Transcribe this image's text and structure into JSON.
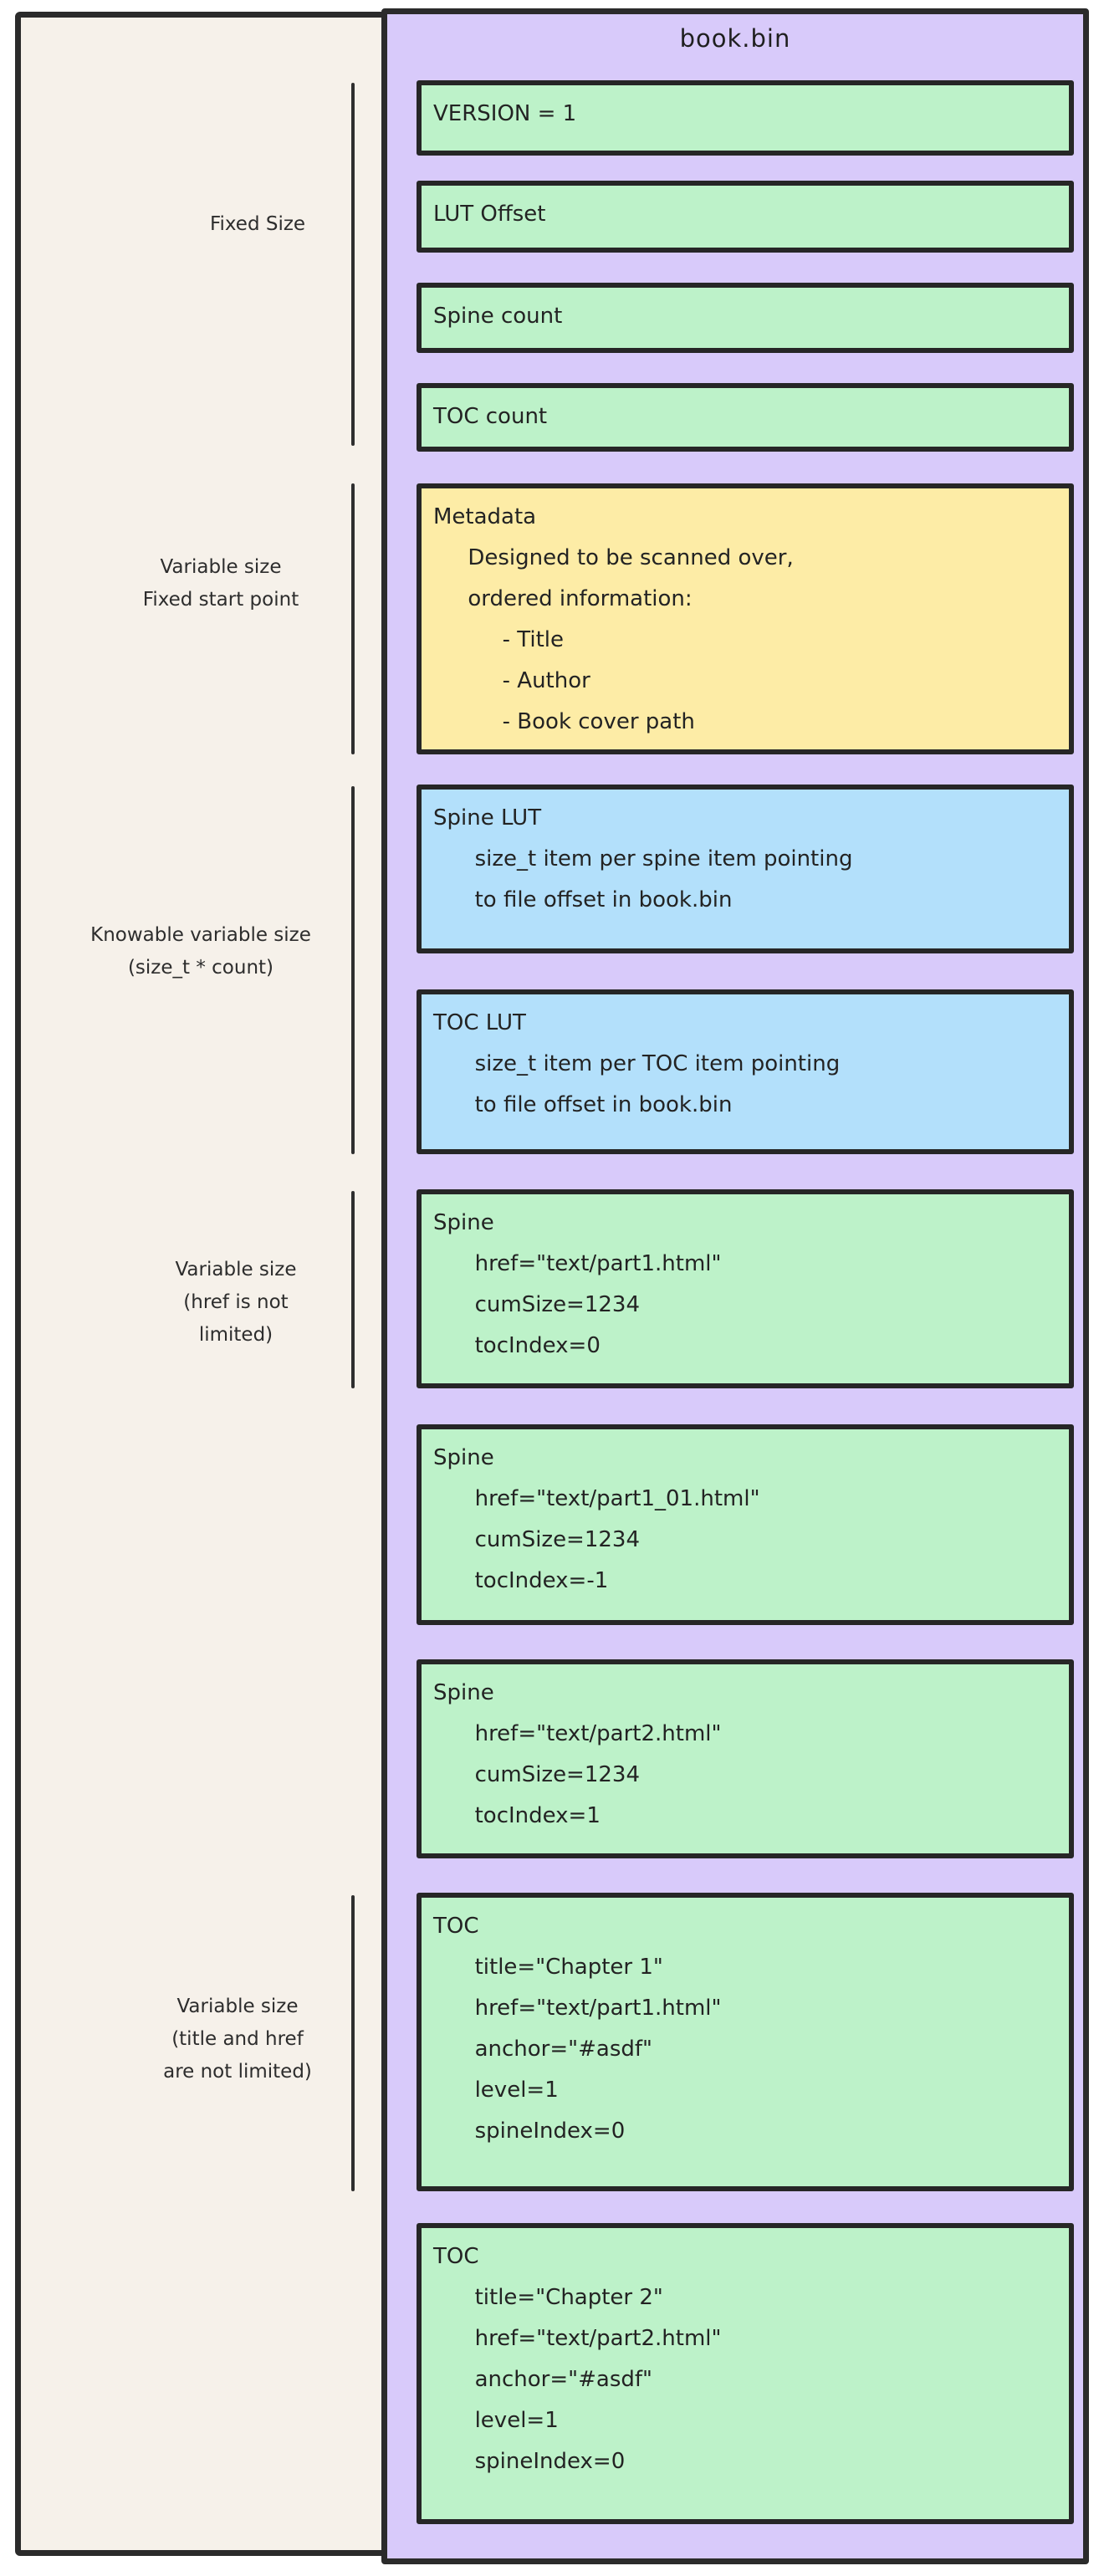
{
  "diagram": {
    "file_title": "book.bin",
    "side_labels": [
      {
        "name": "fixed-size",
        "lines": [
          "Fixed Size"
        ]
      },
      {
        "name": "variable-fixed-start",
        "lines": [
          "Variable size",
          "Fixed start point"
        ]
      },
      {
        "name": "knowable-variable-size",
        "lines": [
          "Knowable variable size",
          "(size_t * count)"
        ]
      },
      {
        "name": "variable-size-href",
        "lines": [
          "Variable size",
          "(href is not",
          "limited)"
        ]
      },
      {
        "name": "variable-size-title-href",
        "lines": [
          "Variable size",
          "(title and href",
          "are not limited)"
        ]
      }
    ],
    "blocks": [
      {
        "name": "version",
        "color": "green",
        "lines": [
          "VERSION = 1"
        ]
      },
      {
        "name": "lut-offset",
        "color": "green",
        "lines": [
          "LUT Offset"
        ]
      },
      {
        "name": "spine-count",
        "color": "green",
        "lines": [
          "Spine count"
        ]
      },
      {
        "name": "toc-count",
        "color": "green",
        "lines": [
          "TOC count"
        ]
      },
      {
        "name": "metadata",
        "color": "yellow",
        "lines": [
          "Metadata",
          "     Designed to be scanned over,",
          "     ordered information:",
          "          - Title",
          "          - Author",
          "          - Book cover path"
        ]
      },
      {
        "name": "spine-lut",
        "color": "blue",
        "lines": [
          "Spine LUT",
          "      size_t item per spine item pointing",
          "      to file offset in book.bin"
        ]
      },
      {
        "name": "toc-lut",
        "color": "blue",
        "lines": [
          "TOC LUT",
          "      size_t item per TOC item pointing",
          "      to file offset in book.bin"
        ]
      },
      {
        "name": "spine-1",
        "color": "green",
        "lines": [
          "Spine",
          "      href=\"text/part1.html\"",
          "      cumSize=1234",
          "      tocIndex=0"
        ]
      },
      {
        "name": "spine-2",
        "color": "green",
        "lines": [
          "Spine",
          "      href=\"text/part1_01.html\"",
          "      cumSize=1234",
          "      tocIndex=-1"
        ]
      },
      {
        "name": "spine-3",
        "color": "green",
        "lines": [
          "Spine",
          "      href=\"text/part2.html\"",
          "      cumSize=1234",
          "      tocIndex=1"
        ]
      },
      {
        "name": "toc-1",
        "color": "green",
        "lines": [
          "TOC",
          "      title=\"Chapter 1\"",
          "      href=\"text/part1.html\"",
          "      anchor=\"#asdf\"",
          "      level=1",
          "      spineIndex=0"
        ]
      },
      {
        "name": "toc-2",
        "color": "green",
        "lines": [
          "TOC",
          "      title=\"Chapter 2\"",
          "      href=\"text/part2.html\"",
          "      anchor=\"#asdf\"",
          "      level=1",
          "      spineIndex=0"
        ]
      }
    ],
    "colors": {
      "container": "#d8cafa",
      "panel": "#f6f1ea",
      "green": "#bdf2c9",
      "yellow": "#fdeca6",
      "blue": "#b3e0fb",
      "stroke": "#2b2b2b"
    }
  }
}
